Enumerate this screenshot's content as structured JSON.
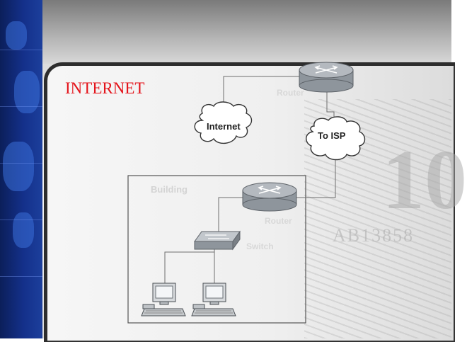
{
  "slide": {
    "title": "INTERNET"
  },
  "decor": {
    "number": "10",
    "serial": "AB13858"
  },
  "diagram": {
    "building_label": "Building",
    "nodes": {
      "router_top": "Router",
      "internet_cloud": "Internet",
      "isp_cloud": "To ISP",
      "router_building": "Router",
      "switch": "Switch"
    },
    "colors": {
      "title": "#e4141b",
      "device_fill": "#9aa0a6",
      "line": "#6e6e6e",
      "faint_label": "#d8d8d8"
    }
  }
}
